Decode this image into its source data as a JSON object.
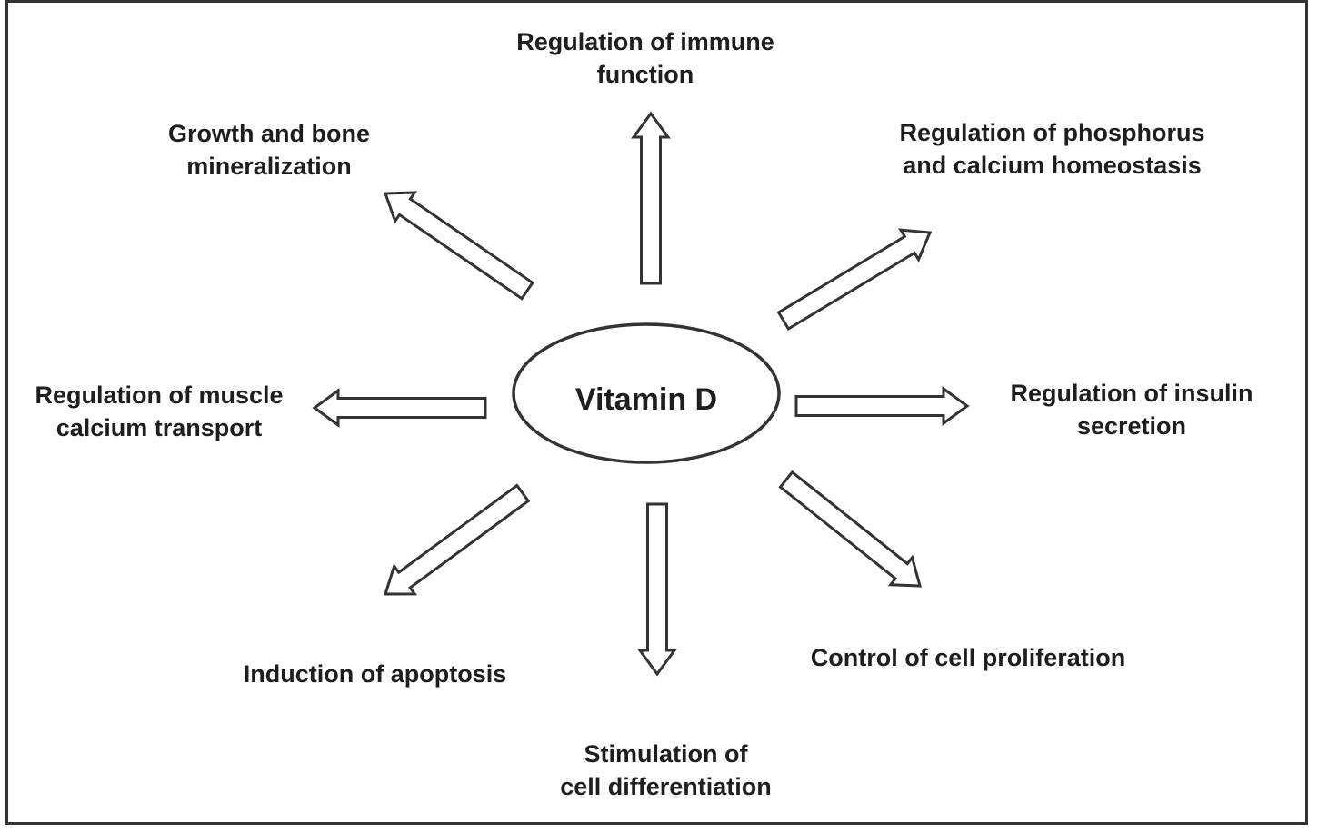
{
  "center": {
    "text": "Vitamin D"
  },
  "effects": [
    {
      "id": "immune",
      "lines": [
        "Regulation of immune",
        "function"
      ]
    },
    {
      "id": "phosphorus",
      "lines": [
        "Regulation of phosphorus",
        "and calcium homeostasis"
      ]
    },
    {
      "id": "insulin",
      "lines": [
        "Regulation of insulin",
        "secretion"
      ]
    },
    {
      "id": "proliferation",
      "lines": [
        "Control of cell proliferation"
      ]
    },
    {
      "id": "differentiation",
      "lines": [
        "Stimulation of",
        "cell differentiation"
      ]
    },
    {
      "id": "apoptosis",
      "lines": [
        "Induction of apoptosis"
      ]
    },
    {
      "id": "muscle",
      "lines": [
        "Regulation of muscle",
        "calcium transport"
      ]
    },
    {
      "id": "bone",
      "lines": [
        "Growth and bone",
        "mineralization"
      ]
    }
  ],
  "colors": {
    "stroke": "#333333",
    "text": "#1e1e1e",
    "fill": "#ffffff"
  }
}
